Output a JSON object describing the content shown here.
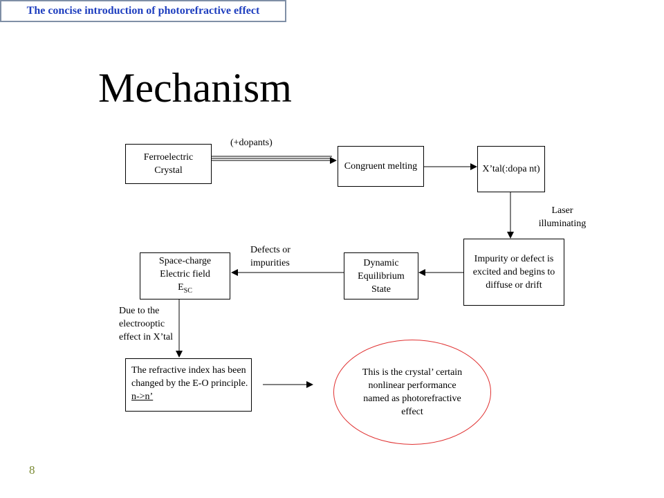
{
  "header": {
    "text": "The concise introduction of photorefractive effect"
  },
  "title": "Mechanism",
  "nodes": {
    "ferroelectric": "Ferroelectric Crystal",
    "congruent": "Congruent melting",
    "xtal": "X’tal(:dopa nt)",
    "impurity": "Impurity or defect is excited and begins to diffuse or drift",
    "dynamic": "Dynamic Equilibrium State",
    "space_charge": {
      "line1": "Space-charge",
      "line2": "Electric field",
      "symbol": "E",
      "subscript": "SC"
    },
    "refractive": {
      "text": "The refractive index has been changed by the E-O principle.",
      "underlined": "n->n’"
    },
    "result": "This is the crystal’ certain nonlinear performance named as photorefractive effect"
  },
  "labels": {
    "dopants": "(+dopants)",
    "laser": "Laser illuminating",
    "defects": "Defects or impurities",
    "due": "Due to the electrooptic effect in X’tal"
  },
  "page_number": "8",
  "colors": {
    "header_text": "#1f3fbf",
    "header_border": "#7f8fa6",
    "ellipse_border": "#e03030",
    "page_number": "#7a8a33"
  }
}
